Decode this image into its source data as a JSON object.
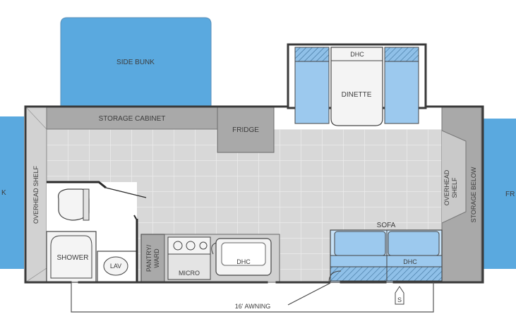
{
  "colors": {
    "wall": "#3a3a3a",
    "floor": "#d8d8d8",
    "tile_line": "#ececec",
    "cabinet": "#a9a9a9",
    "bunk_blue": "#5aa9df",
    "cushion_blue": "#9cc9ee",
    "cushion_light": "#c6e1f6",
    "fixture_white": "#f4f4f4",
    "outline": "#444444"
  },
  "labels": {
    "side_bunk": "SIDE BUNK",
    "storage_cabinet": "STORAGE CABINET",
    "fridge": "FRIDGE",
    "dinette": "DINETTE",
    "dinette_dhc": "DHC",
    "overhead_shelf_left": "OVERHEAD SHELF",
    "overhead_shelf_right_1": "OVERHEAD",
    "overhead_shelf_right_2": "SHELF",
    "storage_below": "STORAGE BELOW",
    "sofa": "SOFA",
    "sofa_dhc": "DHC",
    "shower": "SHOWER",
    "lav": "LAV",
    "pantry_1": "PANTRY/",
    "pantry_2": "WARD",
    "micro": "MICRO",
    "sink_dhc": "DHC",
    "awning": "16' AWNING",
    "left_bunk_partial": "K",
    "right_bunk_partial": "FR",
    "step_symbol": "S"
  }
}
